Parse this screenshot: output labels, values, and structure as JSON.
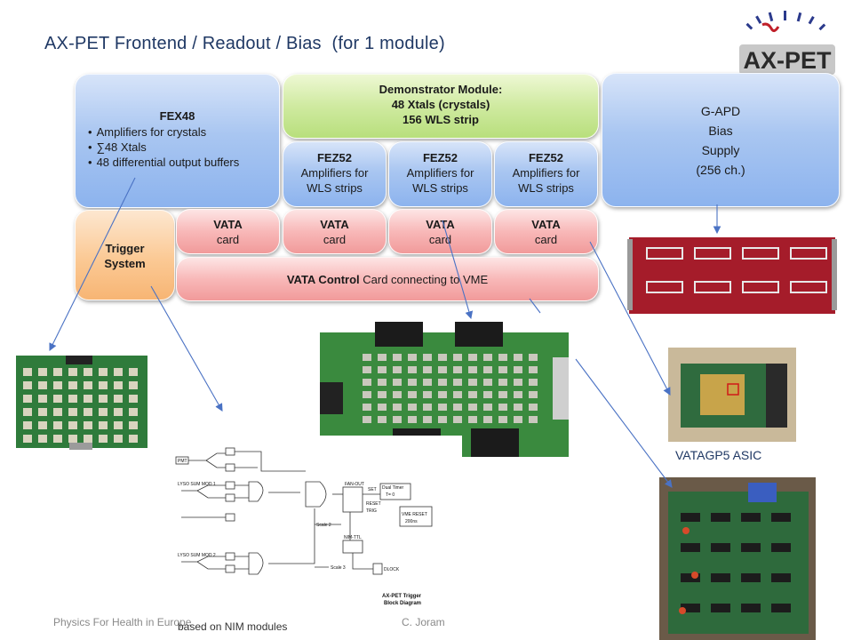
{
  "title": {
    "main": "AX-PET Frontend / Readout / Bias",
    "sub": "(for 1 module)"
  },
  "logo": {
    "text": "AX-PET"
  },
  "fex48": {
    "name": "FEX48",
    "items": [
      "Amplifiers for crystals",
      "∑48 Xtals",
      "48 differential  output buffers"
    ]
  },
  "demonstrator": {
    "line1": "Demonstrator Module:",
    "line2": "48 Xtals (crystals)",
    "line3": "156 WLS strip"
  },
  "fez52": [
    {
      "name": "FEZ52",
      "l1": "Amplifiers for",
      "l2": "WLS strips"
    },
    {
      "name": "FEZ52",
      "l1": "Amplifiers for",
      "l2": "WLS strips"
    },
    {
      "name": "FEZ52",
      "l1": "Amplifiers for",
      "l2": "WLS strips"
    }
  ],
  "gapd": {
    "l1": "G-APD",
    "l2": "Bias",
    "l3": "Supply",
    "l4": "(256 ch.)"
  },
  "trigger": {
    "l1": "Trigger",
    "l2": "System"
  },
  "vata": [
    {
      "name": "VATA",
      "sub": "card"
    },
    {
      "name": "VATA",
      "sub": "card"
    },
    {
      "name": "VATA",
      "sub": "card"
    },
    {
      "name": "VATA",
      "sub": "card"
    }
  ],
  "vata_control": {
    "bold": "VATA Control",
    "rest": " Card connecting to VME"
  },
  "asic_label": "VATAGP5 ASIC",
  "schematic": {
    "pmt": "PMT",
    "lyso1": "LYSO SUM MOD 1",
    "lyso2": "LYSO SUM MOD 2",
    "fanout": "FAN-OUT",
    "dual_timer": "Dual Timer",
    "t0": "T= 0",
    "set": "SET",
    "reset": "RESET",
    "trig": "TRIG",
    "vme_reset": "VME RESET",
    "t200": "200ns",
    "nimttl": "NIM-TTL",
    "clock": "DLOCK",
    "scale2": "Scale 2",
    "scale3": "Scale 3",
    "caption1": "AX-PET Trigger",
    "caption2": "Block Diagram"
  },
  "footer": {
    "left": "Physics For Health in Europe",
    "center": "C. Joram",
    "nim": "based on NIM modules"
  }
}
